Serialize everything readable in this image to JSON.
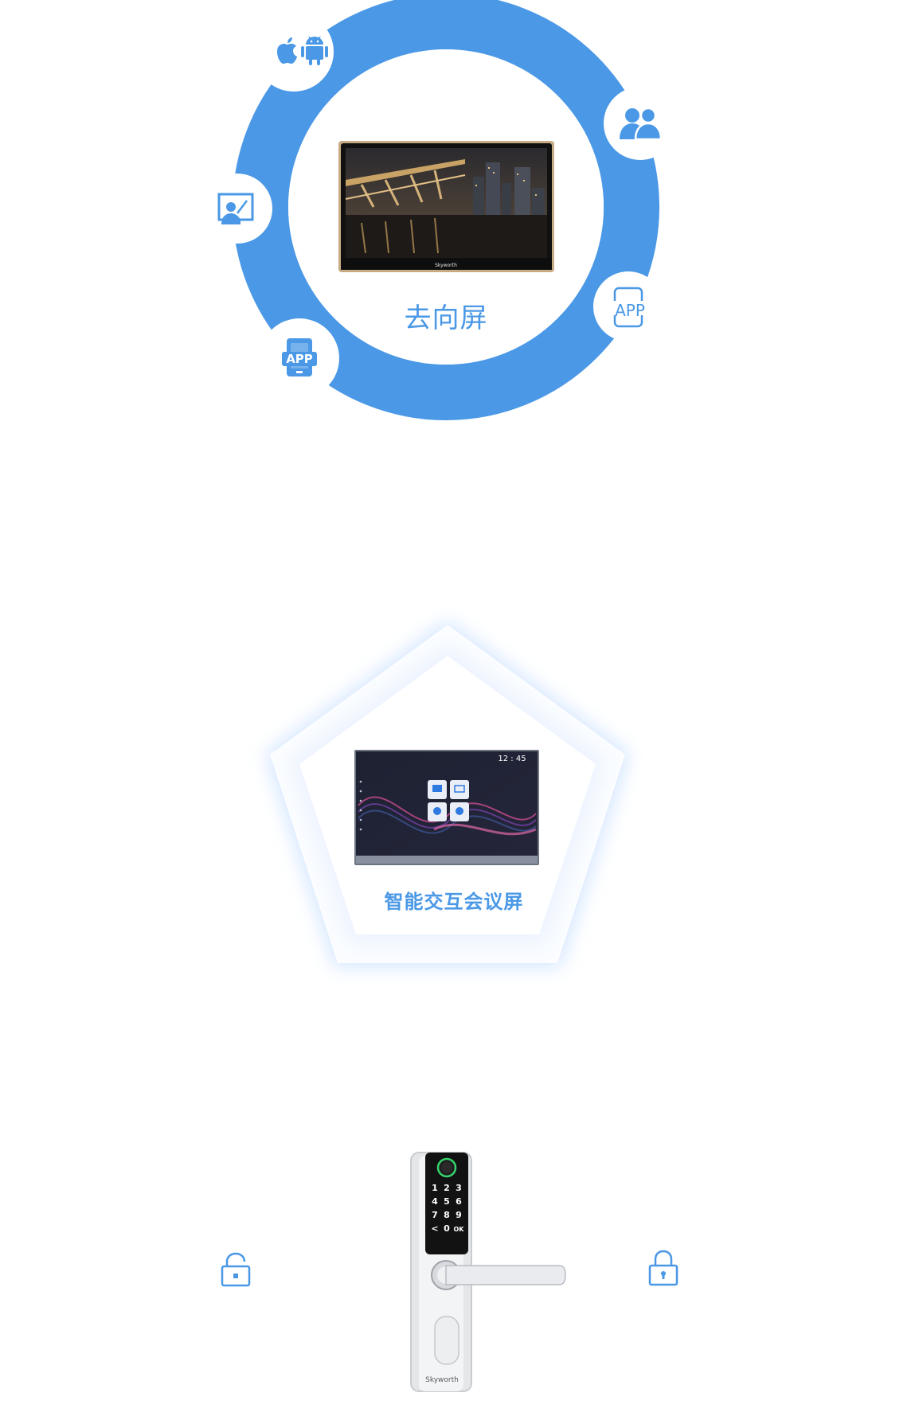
{
  "section_ring": {
    "center_label": "去向屏",
    "device_brand": "Skyworth",
    "icons": [
      "apple-icon",
      "android-icon",
      "users-icon",
      "whiteboard-icon",
      "app-outline-icon",
      "app-tablet-icon"
    ],
    "app_badge_outline": "APP",
    "app_badge_tablet": "APP",
    "ring_color": "#4a98e6"
  },
  "section_pentagon": {
    "center_label": "智能交互会议屏",
    "screen_time": "12 : 45",
    "glow_color": "#cfe3ff"
  },
  "section_lock": {
    "brand": "Skyworth",
    "keypad": [
      "1",
      "2",
      "3",
      "4",
      "5",
      "6",
      "7",
      "8",
      "9",
      "<",
      "0",
      "OK"
    ],
    "icons": [
      "lock-open-icon",
      "lock-closed-icon"
    ],
    "accent_color": "#4a98e6"
  }
}
